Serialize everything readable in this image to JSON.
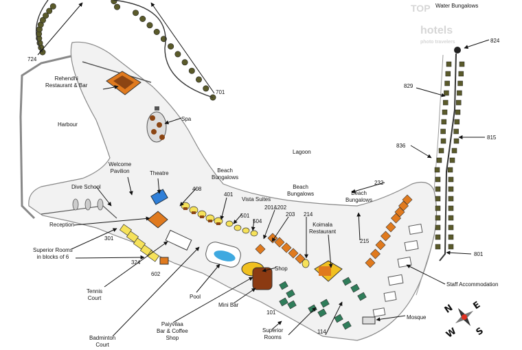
{
  "watermark": {
    "brand": "TOPHOTELS",
    "line1": "TOP",
    "line2": "hotels",
    "tagline": "photo travelers"
  },
  "labels": {
    "water_bungalows": "Water Bungalows",
    "rehendhi": "Rehendhi\nRestaurant & Bar",
    "harbour": "Harbour",
    "spa": "Spa",
    "lagoon": "Lagoon",
    "welcome_pavilion": "Welcome\nPavilion",
    "theatre": "Theatre",
    "dive_school": "Dive School",
    "reception": "Reception",
    "superior_rooms_blocks": "Superior Rooms\nin blocks of 6",
    "tennis_court": "Tennis\nCourt",
    "badminton_court": "Badminton\nCourt",
    "pool": "Pool",
    "paiyvilaa": "Paiyvilaa\nBar & Coffee\nShop",
    "mini_bar": "Mini Bar",
    "shop": "Shop",
    "beach_bungalows_1": "Beach\nBungalows",
    "beach_bungalows_2": "Beach\nBungalows",
    "beach_bungalows_3": "Beach\nBungalows",
    "vista_suites": "Vista Suites",
    "koimala": "Koimala\nRestaurant",
    "superior_rooms": "Superior\nRooms",
    "mosque": "Mosque",
    "staff_accommodation": "Staff Accommodation"
  },
  "numbers": {
    "n724": "724",
    "n701": "701",
    "n824": "824",
    "n829": "829",
    "n815": "815",
    "n836": "836",
    "n801": "801",
    "n232": "232",
    "n215": "215",
    "n408": "408",
    "n401": "401",
    "n501": "501",
    "n504": "504",
    "n201": "201&202",
    "n203": "203",
    "n214": "214",
    "n301": "301",
    "n324": "324",
    "n602": "602",
    "n101": "101",
    "n114": "114"
  },
  "compass": {
    "n": "N",
    "e": "E",
    "s": "S",
    "w": "W"
  },
  "colors": {
    "island_fill": "#f2f2f2",
    "island_stroke": "#888888",
    "reef": "#999999",
    "bungalow_yellow": "#f6e25a",
    "roof_orange": "#e07a1e",
    "roof_brown": "#8b4513",
    "roof_green": "#2f7d5a",
    "water_villa": "#5a5a2a",
    "pool_blue": "#3fa9e0",
    "shop_brown": "#8b3a12",
    "shop_yellow": "#f0c020",
    "compass_red": "#e03020"
  }
}
